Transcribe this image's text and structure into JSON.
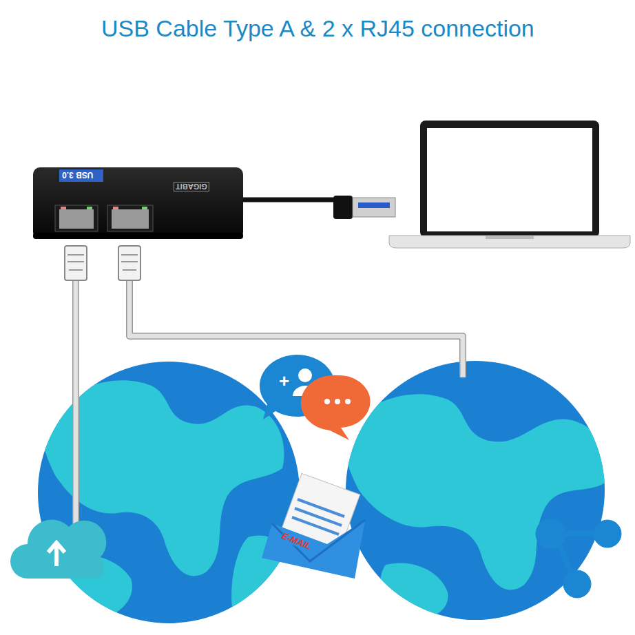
{
  "diagram": {
    "title": "USB Cable Type A & 2 x RJ45 connection",
    "labels": [
      "USB 3.0",
      "GIGABIT",
      "E-MAIL"
    ]
  }
}
